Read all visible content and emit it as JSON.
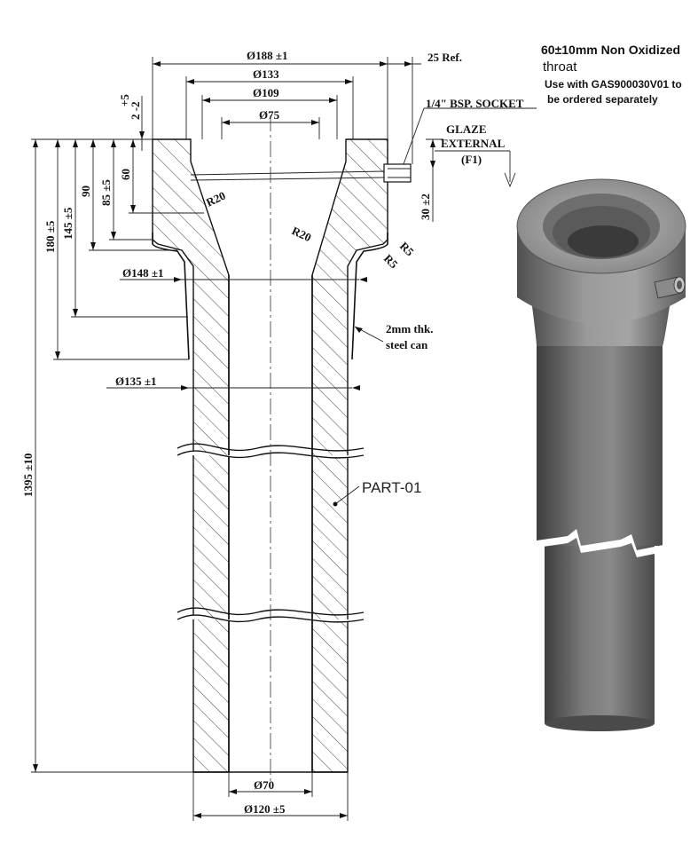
{
  "dimensions": {
    "dia_188": "Ø188 ±1",
    "ref_25": "25 Ref.",
    "dia_133": "Ø133",
    "dia_109": "Ø109",
    "dia_75": "Ø75",
    "tol_plus": "+5",
    "tol_minus": "2 -2",
    "h_180": "180 ±5",
    "h_145": "145 ±5",
    "h_90": "90",
    "h_85": "85 ±5",
    "h_60": "60",
    "h_30": "30 ±2",
    "h_1395": "1395 ±10",
    "r20_a": "R20",
    "r20_b": "R20",
    "r5_a": "R5",
    "r5_b": "R5",
    "dia_148": "Ø148 ±1",
    "dia_135": "Ø135 ±1",
    "dia_70": "Ø70",
    "dia_120": "Ø120 ±5"
  },
  "notes": {
    "socket": "1/4\" BSP. SOCKET",
    "glaze": "GLAZE",
    "external": "EXTERNAL",
    "f1": "(F1)",
    "steel_can_1": "2mm thk.",
    "steel_can_2": "steel can",
    "part": "PART-01",
    "throat_1": "60±10mm Non Oxidized",
    "throat_2": "throat",
    "use_with_1": "Use with GAS900030V01 to",
    "use_with_2": "be ordered separately"
  }
}
